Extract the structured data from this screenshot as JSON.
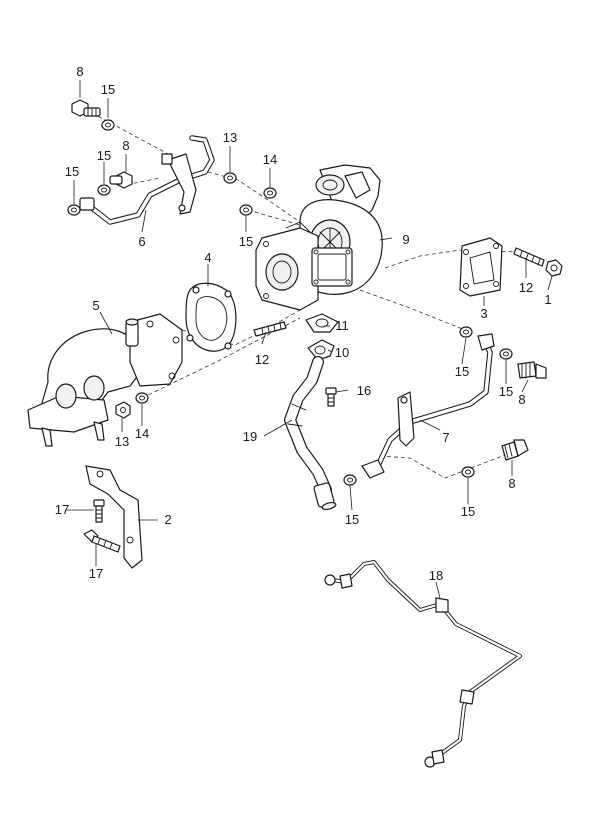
{
  "callouts": [
    {
      "id": "c8a",
      "text": "8"
    },
    {
      "id": "c15a",
      "text": "15"
    },
    {
      "id": "c15b",
      "text": "15"
    },
    {
      "id": "c8b",
      "text": "8"
    },
    {
      "id": "c15c",
      "text": "15"
    },
    {
      "id": "c13a",
      "text": "13"
    },
    {
      "id": "c14a",
      "text": "14"
    },
    {
      "id": "c6",
      "text": "6"
    },
    {
      "id": "c15d",
      "text": "15"
    },
    {
      "id": "c9",
      "text": "9"
    },
    {
      "id": "c4",
      "text": "4"
    },
    {
      "id": "c5",
      "text": "5"
    },
    {
      "id": "c12a",
      "text": "12"
    },
    {
      "id": "c1",
      "text": "1"
    },
    {
      "id": "c3",
      "text": "3"
    },
    {
      "id": "c11",
      "text": "11"
    },
    {
      "id": "c10",
      "text": "10"
    },
    {
      "id": "c12b",
      "text": "12"
    },
    {
      "id": "c16",
      "text": "16"
    },
    {
      "id": "c15e",
      "text": "15"
    },
    {
      "id": "c15f",
      "text": "15"
    },
    {
      "id": "c8c",
      "text": "8"
    },
    {
      "id": "c13b",
      "text": "13"
    },
    {
      "id": "c14b",
      "text": "14"
    },
    {
      "id": "c7",
      "text": "7"
    },
    {
      "id": "c19",
      "text": "19"
    },
    {
      "id": "c8d",
      "text": "8"
    },
    {
      "id": "c17a",
      "text": "17"
    },
    {
      "id": "c2",
      "text": "2"
    },
    {
      "id": "c15g",
      "text": "15"
    },
    {
      "id": "c15h",
      "text": "15"
    },
    {
      "id": "c17b",
      "text": "17"
    },
    {
      "id": "c18",
      "text": "18"
    }
  ]
}
